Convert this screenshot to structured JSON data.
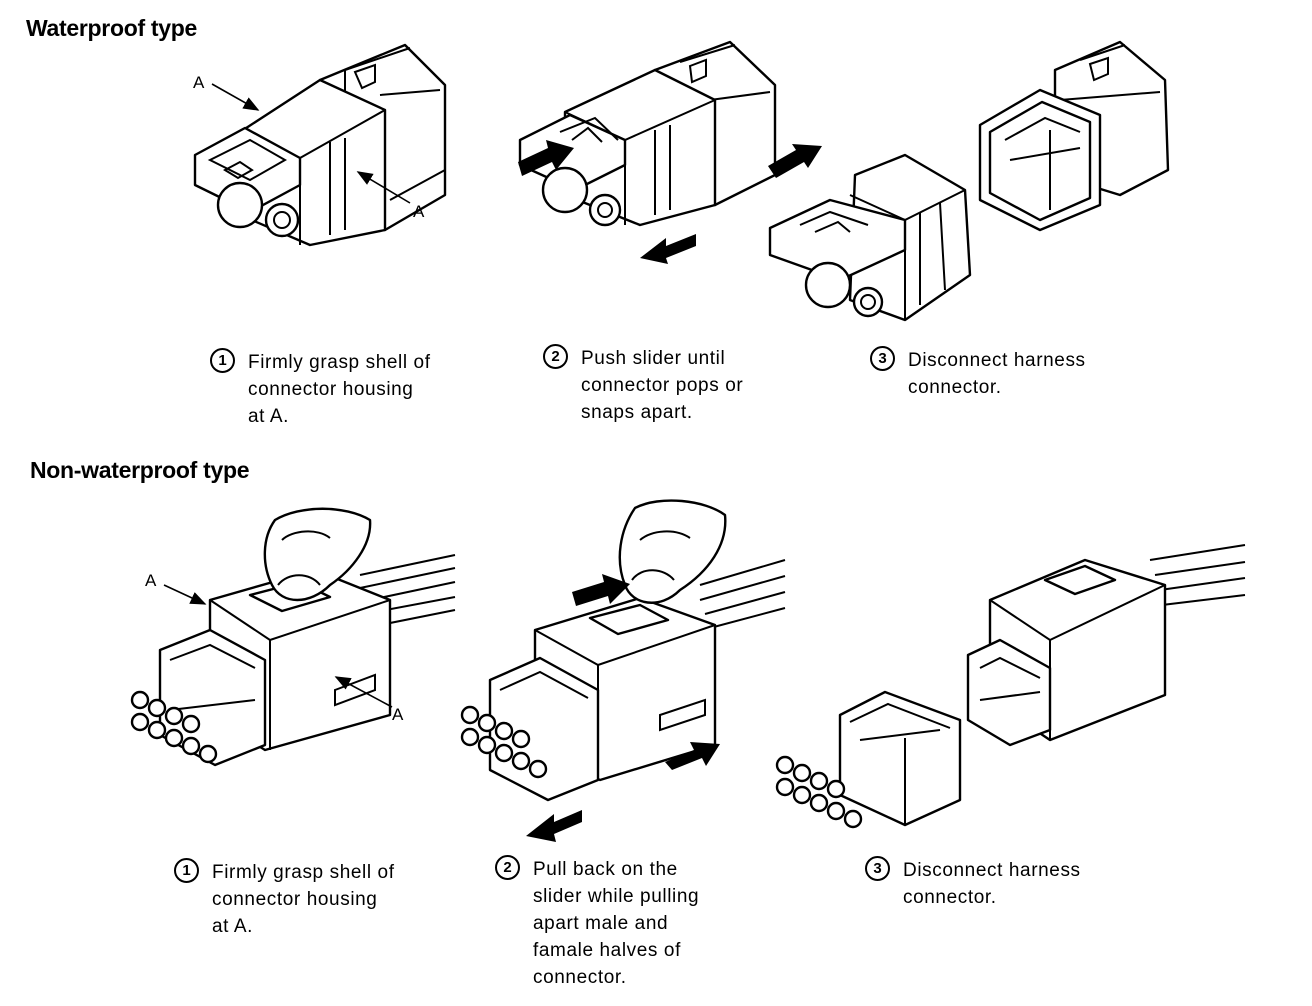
{
  "headings": {
    "waterproof": "Waterproof type",
    "nonwaterproof": "Non-waterproof type"
  },
  "waterproof": {
    "labels": {
      "a": "A"
    },
    "steps": [
      {
        "num": "1",
        "text": "Firmly grasp shell of\nconnector housing\nat A."
      },
      {
        "num": "2",
        "text": "Push slider until\nconnector pops or\nsnaps apart."
      },
      {
        "num": "3",
        "text": "Disconnect harness\nconnector."
      }
    ]
  },
  "nonwaterproof": {
    "labels": {
      "a": "A"
    },
    "steps": [
      {
        "num": "1",
        "text": "Firmly grasp shell of\nconnector housing\nat A."
      },
      {
        "num": "2",
        "text": "Pull back on the\nslider while pulling\napart male and\nfamale halves of\nconnector."
      },
      {
        "num": "3",
        "text": "Disconnect harness\nconnector."
      }
    ]
  }
}
